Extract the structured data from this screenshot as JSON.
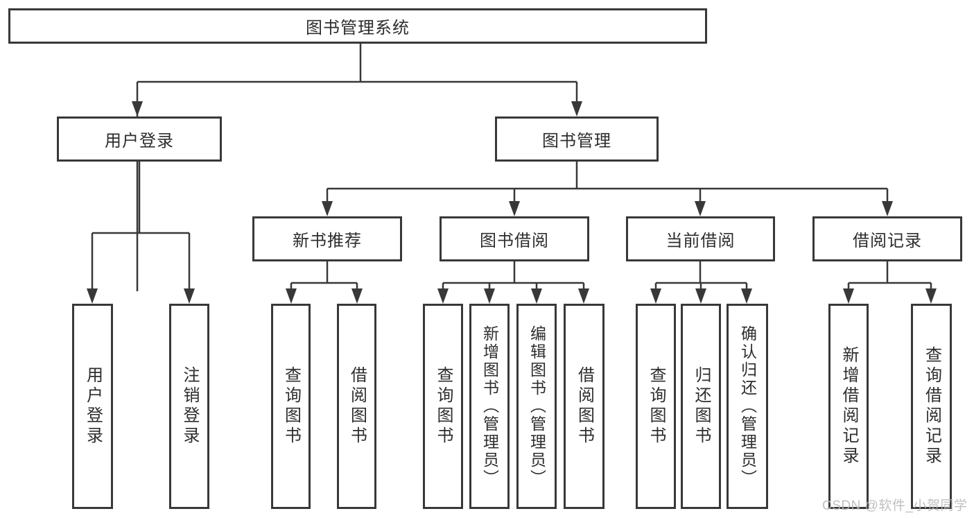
{
  "colors": {
    "line": "#383838",
    "box_border": "#383838",
    "box_background": "#ffffff",
    "page_background": "#ffffff",
    "text": "#2d2d2d",
    "watermark": "#b9b9b9"
  },
  "watermark": {
    "text": "CSDN @软件_小贺同学"
  },
  "tree": {
    "label": "图书管理系统",
    "children": [
      {
        "label": "用户登录",
        "children": [
          {
            "label": "用户登录"
          },
          {
            "label": "注销登录"
          }
        ]
      },
      {
        "label": "图书管理",
        "children": [
          {
            "label": "新书推荐",
            "children": [
              {
                "label": "查询图书"
              },
              {
                "label": "借阅图书"
              }
            ]
          },
          {
            "label": "图书借阅",
            "children": [
              {
                "label": "查询图书"
              },
              {
                "label": "新增图书（管理员）"
              },
              {
                "label": "编辑图书（管理员）"
              },
              {
                "label": "借阅图书"
              }
            ]
          },
          {
            "label": "当前借阅",
            "children": [
              {
                "label": "查询图书"
              },
              {
                "label": "归还图书"
              },
              {
                "label": "确认归还（管理员）"
              }
            ]
          },
          {
            "label": "借阅记录",
            "children": [
              {
                "label": "新增借阅记录"
              },
              {
                "label": "查询借阅记录"
              }
            ]
          }
        ]
      }
    ]
  }
}
